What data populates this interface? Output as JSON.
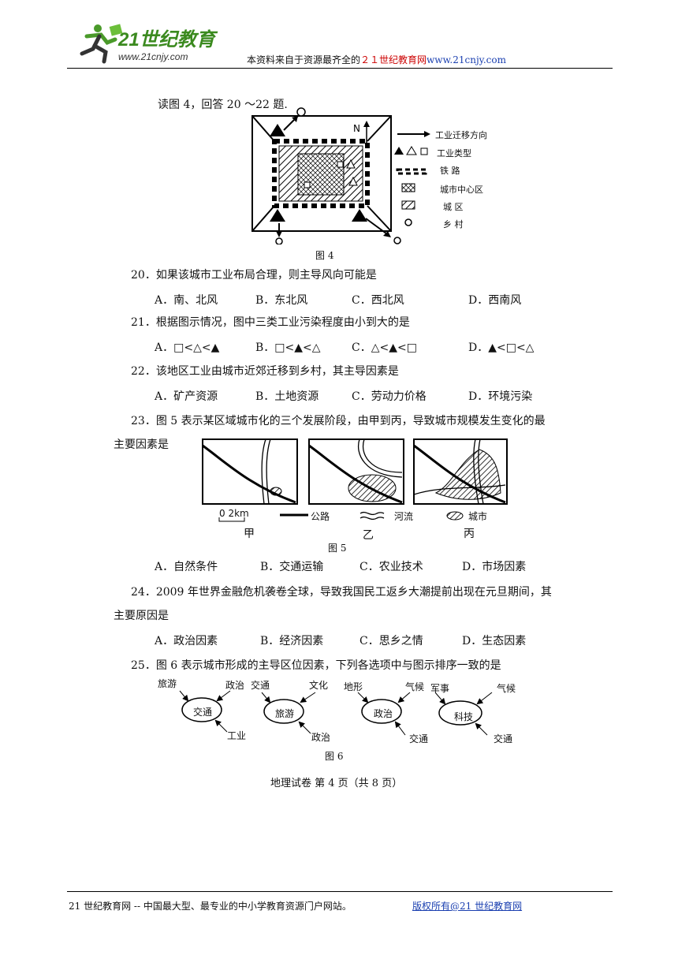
{
  "header": {
    "logo_text": "21世纪教育",
    "logo_url": "www.21cnjy.com",
    "notice_pre": "本资料来自于资源最齐全的",
    "notice_site": "２１世纪教育网",
    "notice_url": "www.21cnjy.com"
  },
  "fig4": {
    "intro": "读图 4，回答 20 ～22 题.",
    "north": "N",
    "caption": "图 4",
    "legend": [
      "工业迁移方向",
      "工业类型",
      "铁  路",
      "城市中心区",
      "城  区",
      "乡  村"
    ]
  },
  "questions": [
    {
      "id": "q20",
      "stem": "20．如果该城市工业布局合理，则主导风向可能是",
      "options": [
        "A．南、北风",
        "B．东北风",
        "C．西北风",
        "D．西南风"
      ]
    },
    {
      "id": "q21",
      "stem": "21．根据图示情况，图中三类工业污染程度由小到大的是",
      "options": [
        "A．□<△<▲",
        "B．□<▲<△",
        "C．△<▲<□",
        "D．▲<□<△"
      ]
    },
    {
      "id": "q22",
      "stem": "22．该地区工业由城市近郊迁移到乡村，其主导因素是",
      "options": [
        "A．矿产资源",
        "B．土地资源",
        "C．劳动力价格",
        "D．环境污染"
      ]
    },
    {
      "id": "q23",
      "stem": "23．图 5 表示某区域城市化的三个发展阶段，由甲到丙，导致城市规模发生变化的最",
      "stem2": "主要因素是",
      "options": [
        "A．自然条件",
        "B．交通运输",
        "C．农业技术",
        "D．市场因素"
      ]
    },
    {
      "id": "q24",
      "stem": "24．2009 年世界金融危机袭卷全球，导致我国民工返乡大潮提前出现在元旦期间，其",
      "stem2": "主要原因是",
      "options": [
        "A．政治因素",
        "B．经济因素",
        "C．思乡之情",
        "D．生态因素"
      ]
    },
    {
      "id": "q25",
      "stem": "25．图 6 表示城市形成的主导区位因素，下列各选项中与图示排序一致的是"
    }
  ],
  "fig5": {
    "scale": "0   2km",
    "legend_road": "公路",
    "legend_river": "河流",
    "legend_city": "城市",
    "labels": [
      "甲",
      "乙",
      "丙"
    ],
    "caption": "图 5"
  },
  "fig6": {
    "caption": "图 6",
    "nodes": [
      {
        "center": "交通",
        "tl": "旅游",
        "tr": "政治",
        "br": "工业"
      },
      {
        "center": "旅游",
        "tl": "交通",
        "tr": "文化",
        "br": "政治"
      },
      {
        "center": "政治",
        "tl": "地形",
        "tr": "气候",
        "br": "交通"
      },
      {
        "center": "科技",
        "tl": "军事",
        "tr": "气候",
        "br": "交通"
      }
    ]
  },
  "page_footer": "地理试卷  第 4 页（共 8 页）",
  "footer": {
    "left": "21 世纪教育网 -- 中国最大型、最专业的中小学教育资源门户网站。",
    "right": "版权所有@21 世纪教育网"
  }
}
